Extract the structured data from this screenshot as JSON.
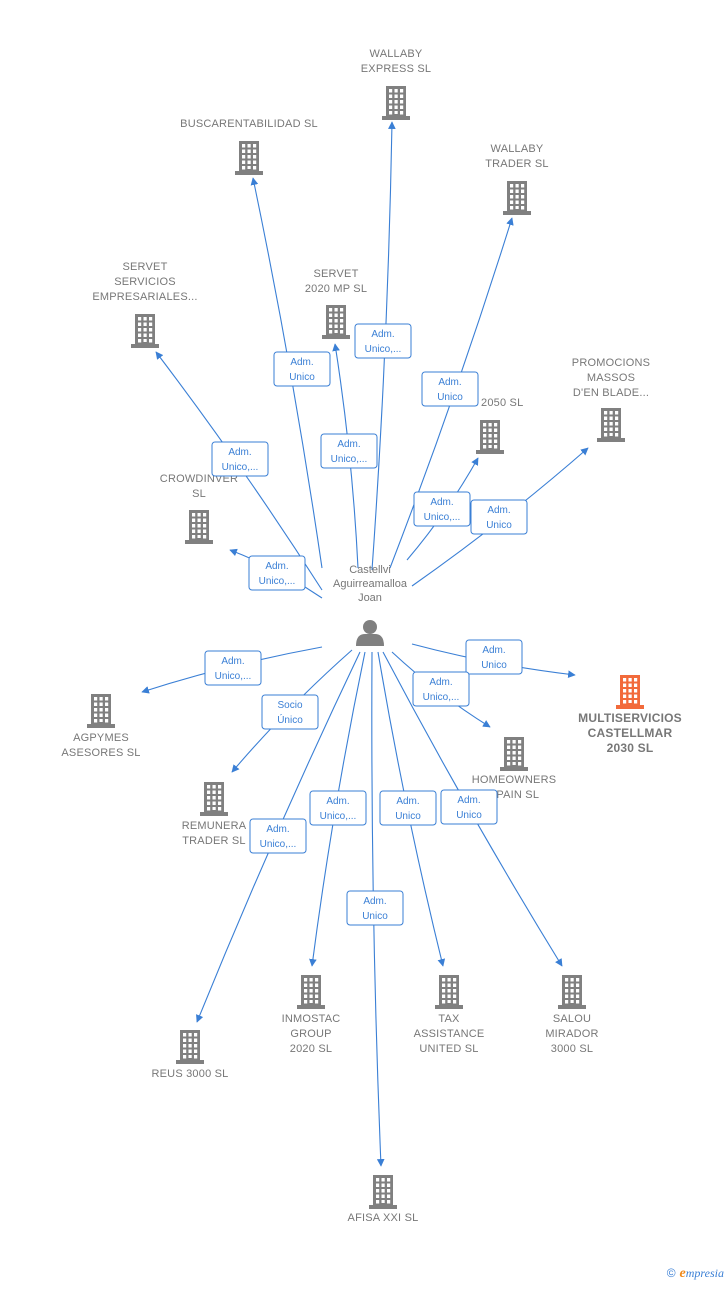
{
  "person": {
    "name_lines": [
      "Castellvi",
      "Aguirreamalloa",
      "Joan"
    ],
    "icon": "person-icon"
  },
  "companies": [
    {
      "id": "wallaby-express",
      "lines": [
        "WALLABY",
        "EXPRESS  SL"
      ],
      "highlight": false
    },
    {
      "id": "buscarentabilidad",
      "lines": [
        "BUSCARENTABILIDAD SL"
      ],
      "highlight": false
    },
    {
      "id": "wallaby-trader",
      "lines": [
        "WALLABY",
        "TRADER  SL"
      ],
      "highlight": false
    },
    {
      "id": "servet-servicios",
      "lines": [
        "SERVET",
        "SERVICIOS",
        "EMPRESARIALES..."
      ],
      "highlight": false
    },
    {
      "id": "servet-2020",
      "lines": [
        "SERVET",
        "2020 MP  SL"
      ],
      "highlight": false
    },
    {
      "id": "promocions-massos",
      "lines": [
        "PROMOCIONS",
        "MASSOS",
        "D'EN BLADE..."
      ],
      "highlight": false
    },
    {
      "id": "tax-2050",
      "lines": [
        "TAX 2050  SL"
      ],
      "highlight": false
    },
    {
      "id": "crowdinver",
      "lines": [
        "CROWDINVER",
        "SL"
      ],
      "highlight": false
    },
    {
      "id": "multiservicios",
      "lines": [
        "MULTISERVICIOS",
        "CASTELLMAR",
        "2030  SL"
      ],
      "highlight": true
    },
    {
      "id": "agpymes",
      "lines": [
        "AGPYMES",
        "ASESORES  SL"
      ],
      "highlight": false
    },
    {
      "id": "homeowners",
      "lines": [
        "HOMEOWNERS",
        "SPAIN  SL"
      ],
      "highlight": false
    },
    {
      "id": "remunera",
      "lines": [
        "REMUNERA",
        "TRADER SL"
      ],
      "highlight": false
    },
    {
      "id": "inmostac",
      "lines": [
        "INMOSTAC",
        "GROUP",
        "2020  SL"
      ],
      "highlight": false
    },
    {
      "id": "tax-assistance",
      "lines": [
        "TAX",
        "ASSISTANCE",
        "UNITED  SL"
      ],
      "highlight": false
    },
    {
      "id": "salou-mirador",
      "lines": [
        "SALOU",
        "MIRADOR",
        "3000  SL"
      ],
      "highlight": false
    },
    {
      "id": "reus-3000",
      "lines": [
        "REUS 3000  SL"
      ],
      "highlight": false
    },
    {
      "id": "afisa-xxi",
      "lines": [
        "AFISA XXI  SL"
      ],
      "highlight": false
    }
  ],
  "relations": [
    {
      "target": "wallaby-express",
      "role_lines": [
        "Adm.",
        "Unico,..."
      ]
    },
    {
      "target": "buscarentabilidad",
      "role_lines": [
        "Adm.",
        "Unico"
      ]
    },
    {
      "target": "wallaby-trader",
      "role_lines": [
        "Adm.",
        "Unico"
      ]
    },
    {
      "target": "servet-servicios",
      "role_lines": [
        "Adm.",
        "Unico,..."
      ]
    },
    {
      "target": "servet-2020",
      "role_lines": [
        "Adm.",
        "Unico,..."
      ]
    },
    {
      "target": "tax-2050",
      "role_lines": [
        "Adm.",
        "Unico,..."
      ]
    },
    {
      "target": "promocions-massos",
      "role_lines": [
        "Adm.",
        "Unico"
      ]
    },
    {
      "target": "crowdinver",
      "role_lines": [
        "Adm.",
        "Unico,..."
      ]
    },
    {
      "target": "multiservicios",
      "role_lines": [
        "Adm.",
        "Unico"
      ]
    },
    {
      "target": "agpymes",
      "role_lines": [
        "Adm.",
        "Unico,..."
      ]
    },
    {
      "target": "homeowners",
      "role_lines": [
        "Adm.",
        "Unico,..."
      ]
    },
    {
      "target": "remunera",
      "role_lines": [
        "Socio",
        "Único"
      ]
    },
    {
      "target": "reus-3000",
      "role_lines": [
        "Adm.",
        "Unico,..."
      ]
    },
    {
      "target": "inmostac",
      "role_lines": [
        "Adm.",
        "Unico,..."
      ]
    },
    {
      "target": "afisa-xxi",
      "role_lines": [
        "Adm.",
        "Unico"
      ]
    },
    {
      "target": "tax-assistance",
      "role_lines": [
        "Adm.",
        "Unico"
      ]
    },
    {
      "target": "salou-mirador",
      "role_lines": [
        "Adm.",
        "Unico"
      ]
    }
  ],
  "colors": {
    "edge": "#3a7fd5",
    "building": "#808080",
    "building_highlight": "#f26a3b",
    "person": "#808080"
  },
  "brand": {
    "copyright": "©",
    "initial": "e",
    "rest": "mpresia"
  }
}
